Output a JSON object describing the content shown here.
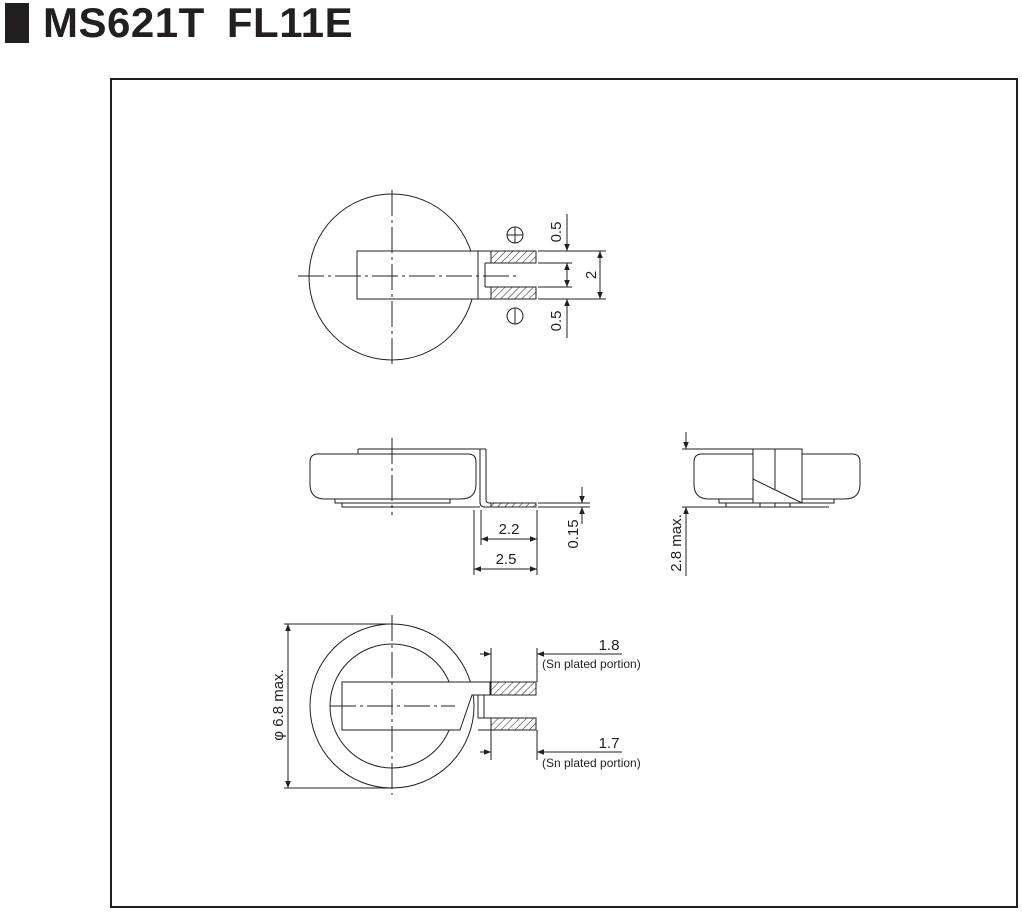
{
  "title": "MS621T  FL11E",
  "dimensions": {
    "top_upper_terminal_width": "0.5",
    "top_gap": "2",
    "top_lower_terminal_width": "0.5",
    "side_inner_length": "2.2",
    "side_outer_length": "2.5",
    "side_thickness": "0.15",
    "end_height_max": "2.8 max.",
    "diameter_max": "φ 6.8 max.",
    "upper_sn_length": "1.8",
    "upper_sn_note": "(Sn plated portion)",
    "lower_sn_length": "1.7",
    "lower_sn_note": "(Sn plated portion)"
  },
  "symbols": {
    "positive": "plus-terminal-icon",
    "negative": "minus-terminal-icon"
  },
  "colors": {
    "ink": "#231f20",
    "background": "#ffffff"
  }
}
